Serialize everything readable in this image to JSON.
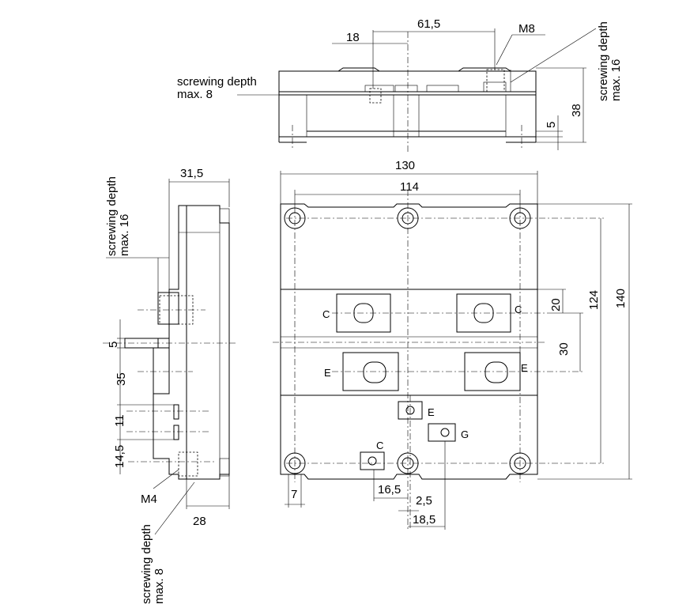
{
  "top_view": {
    "dim_18": "18",
    "dim_61_5": "61,5",
    "thread_m8": "M8",
    "depth16_line1": "screwing depth",
    "depth16_line2": "max. 16",
    "depth8_line1": "screwing depth",
    "depth8_line2": "max. 8",
    "dim_5": "5",
    "dim_38": "38"
  },
  "side_view": {
    "dim_31_5": "31,5",
    "depth16_line1": "screwing depth",
    "depth16_line2": "max. 16",
    "dim_5": "5",
    "dim_35": "35",
    "dim_11": "11",
    "dim_14_5": "14,5",
    "thread_m4": "M4",
    "dim_28": "28",
    "depth8_line1": "screwing depth",
    "depth8_line2": "max. 8"
  },
  "plan_view": {
    "dim_130": "130",
    "dim_114": "114",
    "dim_124": "124",
    "dim_140": "140",
    "dim_20": "20",
    "dim_30": "30",
    "dim_7": "7",
    "dim_16_5": "16,5",
    "dim_2_5": "2,5",
    "dim_18_5": "18,5",
    "term_c_left": "C",
    "term_c_right": "C",
    "term_e_left": "E",
    "term_e_right": "E",
    "term_e_aux": "E",
    "term_g": "G",
    "term_c_aux": "C"
  }
}
